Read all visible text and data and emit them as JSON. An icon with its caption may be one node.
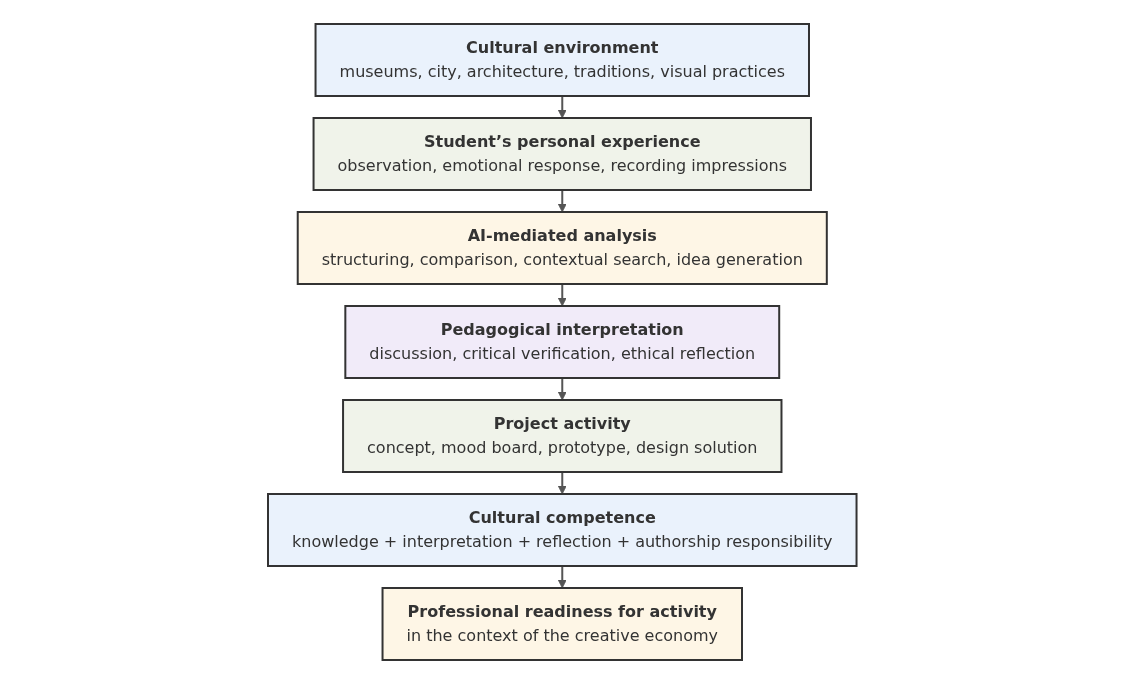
{
  "diagram": {
    "nodes": [
      {
        "text": [
          "Cultural environment",
          "museums, city, architecture, traditions, visual practices"
        ]
      },
      {
        "text": [
          "Student’s personal experience",
          "observation, emotional response, recording impressions"
        ]
      },
      {
        "text": [
          "AI-mediated analysis",
          "structuring, comparison, contextual search, idea generation"
        ]
      },
      {
        "text": [
          "Pedagogical interpretation",
          "discussion, critical verification, ethical reflection"
        ]
      },
      {
        "text": [
          "Project activity",
          "concept, mood board, prototype, design solution"
        ]
      },
      {
        "text": [
          "Cultural competence",
          "knowledge + interpretation + reflection + authorship responsibility"
        ]
      },
      {
        "text": [
          "Professional readiness for activity",
          "in the context of the creative economy"
        ]
      }
    ],
    "edges": [
      {
        "from": 0,
        "to": 1,
        "arrow": "to"
      },
      {
        "from": 1,
        "to": 2,
        "arrow": "to"
      },
      {
        "from": 2,
        "to": 3,
        "arrow": "to"
      },
      {
        "from": 3,
        "to": 4,
        "arrow": "to"
      },
      {
        "from": 4,
        "to": 5,
        "arrow": "to"
      },
      {
        "from": 5,
        "to": 6,
        "arrow": "to"
      }
    ]
  }
}
